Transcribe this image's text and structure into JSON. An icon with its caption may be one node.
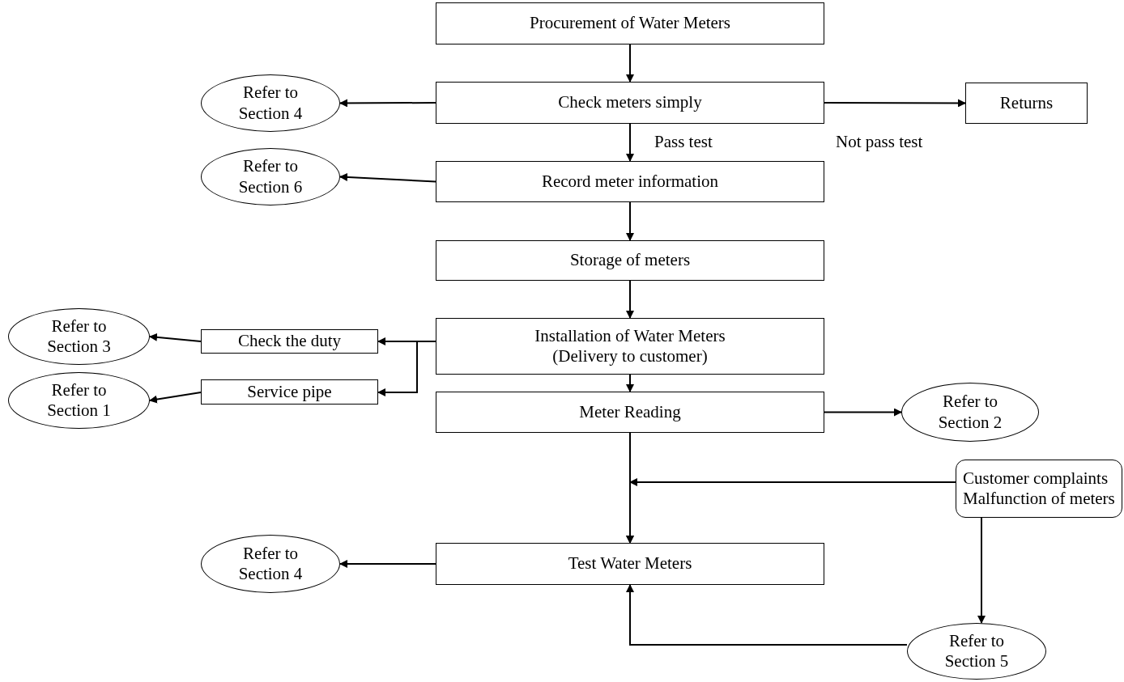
{
  "diagram": {
    "nodes": [
      {
        "text": [
          "Procurement of Water Meters"
        ]
      },
      {
        "text": [
          "Check meters simply"
        ]
      },
      {
        "text": [
          "Refer to Section 4"
        ]
      },
      {
        "text": [
          "Returns"
        ]
      },
      {
        "text": [
          "Record meter information"
        ]
      },
      {
        "text": [
          "Refer to Section 6"
        ]
      },
      {
        "text": [
          "Storage of meters"
        ]
      },
      {
        "text": [
          "Installation of Water Meters (Delivery to customer)"
        ]
      },
      {
        "text": [
          "Check the duty"
        ]
      },
      {
        "text": [
          "Service pipe"
        ]
      },
      {
        "text": [
          "Refer to Section 3"
        ]
      },
      {
        "text": [
          "Refer to Section 1"
        ]
      },
      {
        "text": [
          "Meter Reading"
        ]
      },
      {
        "text": [
          "Refer to Section 2"
        ]
      },
      {
        "text": [
          "Customer complaints Malfunction of meters"
        ]
      },
      {
        "text": [
          "Test Water Meters"
        ]
      },
      {
        "text": [
          "Refer to Section 4"
        ]
      },
      {
        "text": [
          "Refer to Section 5"
        ]
      }
    ],
    "edges": [
      {
        "from": 0,
        "to": 1,
        "arrow": "to"
      },
      {
        "from": 1,
        "to": 2,
        "arrow": "to"
      },
      {
        "from": 1,
        "to": 3,
        "arrow": "to",
        "label": "Not pass test"
      },
      {
        "from": 1,
        "to": 4,
        "arrow": "to",
        "label": "Pass test"
      },
      {
        "from": 4,
        "to": 5,
        "arrow": "to"
      },
      {
        "from": 4,
        "to": 6,
        "arrow": "to"
      },
      {
        "from": 6,
        "to": 7,
        "arrow": "to"
      },
      {
        "from": 7,
        "to": 8,
        "arrow": "to"
      },
      {
        "from": 7,
        "to": 9,
        "arrow": "to"
      },
      {
        "from": 8,
        "to": 10,
        "arrow": "to"
      },
      {
        "from": 9,
        "to": 11,
        "arrow": "to"
      },
      {
        "from": 7,
        "to": 12,
        "arrow": "to"
      },
      {
        "from": 12,
        "to": 13,
        "arrow": "to"
      },
      {
        "from": 12,
        "to": 15,
        "arrow": "to"
      },
      {
        "from": 14,
        "to": 15,
        "arrow": "to"
      },
      {
        "from": 15,
        "to": 16,
        "arrow": "to"
      },
      {
        "from": 14,
        "to": 17,
        "arrow": "to"
      },
      {
        "from": 17,
        "to": 15,
        "arrow": "to"
      }
    ]
  }
}
